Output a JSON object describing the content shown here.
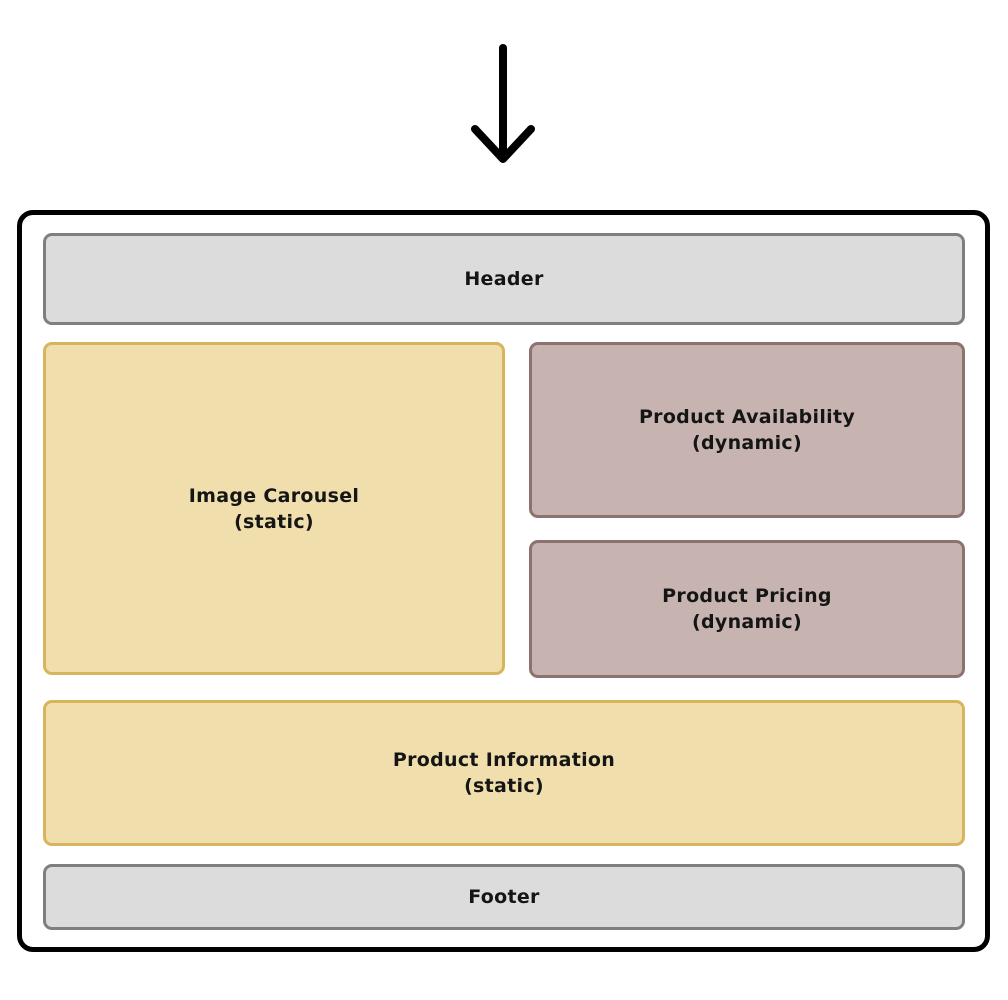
{
  "diagram": {
    "description": "Product page layout wireframe with static and dynamic regions",
    "arrow_icon": "down-arrow",
    "boxes": {
      "header": {
        "label": "Header"
      },
      "image_carousel": {
        "label": "Image Carousel",
        "sublabel": "(static)"
      },
      "product_availability": {
        "label": "Product Availability",
        "sublabel": "(dynamic)"
      },
      "product_pricing": {
        "label": "Product Pricing",
        "sublabel": "(dynamic)"
      },
      "product_information": {
        "label": "Product Information",
        "sublabel": "(static)"
      },
      "footer": {
        "label": "Footer"
      }
    }
  },
  "colors": {
    "container_border": "#000000",
    "neutral_fill": "#dcdcdc",
    "neutral_border": "#7f7f7f",
    "static_fill": "#f0dfac",
    "static_border": "#d8b55c",
    "dynamic_fill": "#c7b4b1",
    "dynamic_border": "#8d7370",
    "arrow": "#000000",
    "text": "#151515"
  }
}
